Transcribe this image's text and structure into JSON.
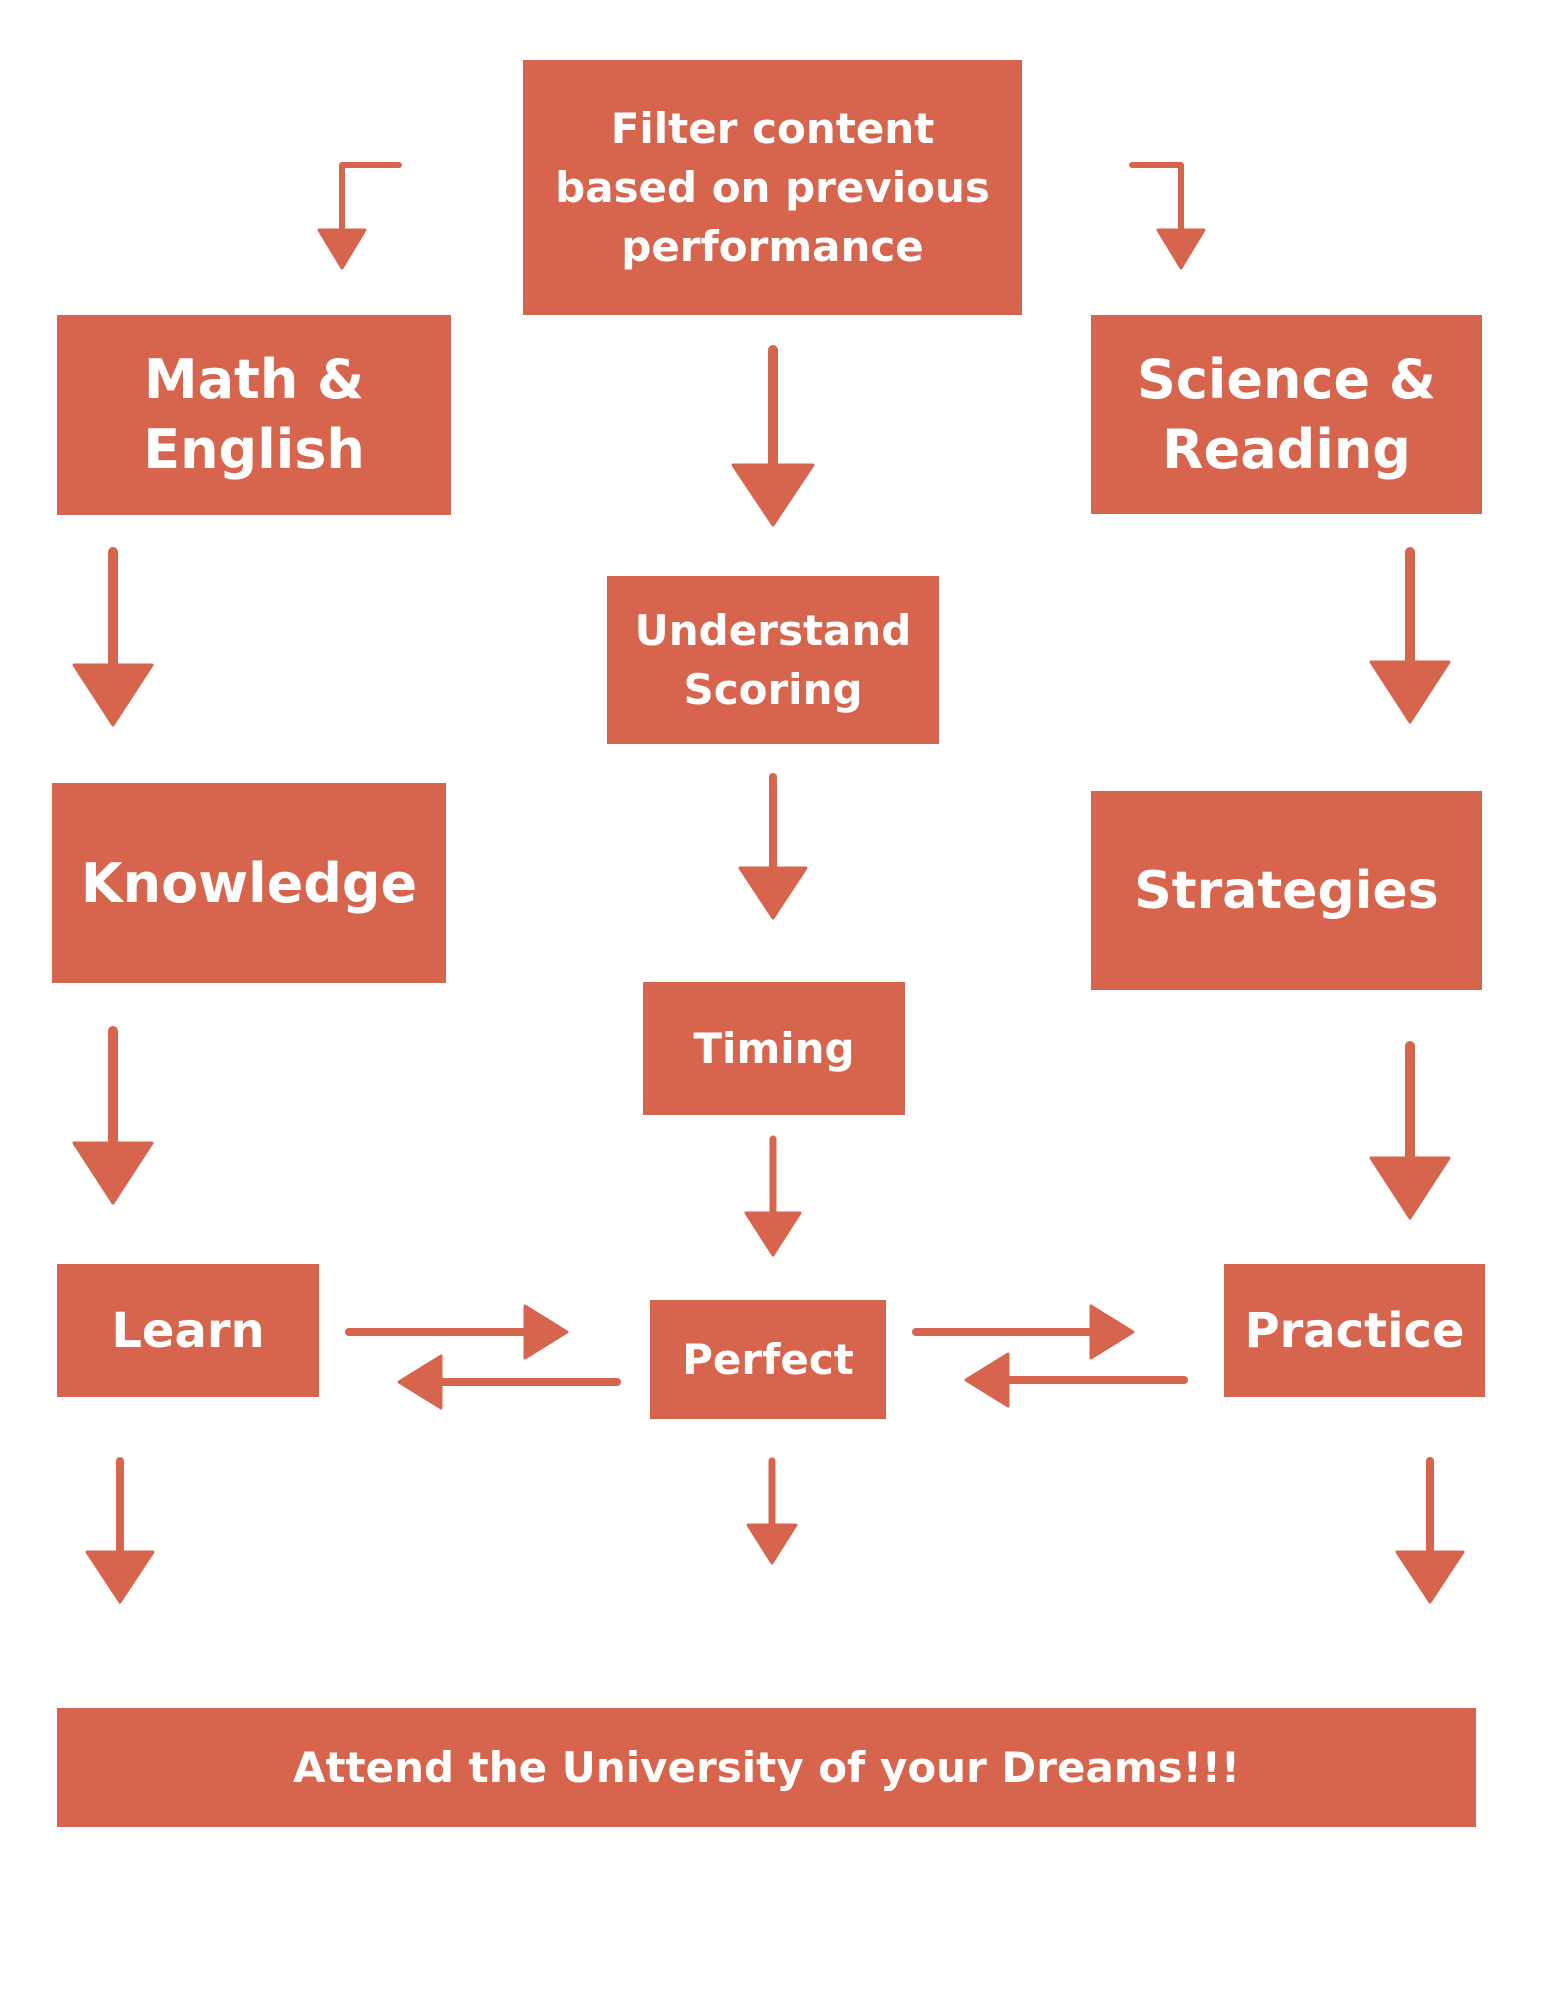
{
  "colors": {
    "box": "#d7644c",
    "arrow": "#d7644c",
    "text": "#ffffff",
    "background": "#ffffff"
  },
  "nodes": {
    "filter": "Filter content\nbased on previous\nperformance",
    "math_english": "Math &\nEnglish",
    "science_reading": "Science &\nReading",
    "understand_scoring": "Understand\nScoring",
    "knowledge": "Knowledge",
    "strategies": "Strategies",
    "timing": "Timing",
    "learn": "Learn",
    "perfect": "Perfect",
    "practice": "Practice",
    "attend": "Attend the University of your Dreams!!!"
  },
  "edges": [
    {
      "from": "filter",
      "to": "math_english"
    },
    {
      "from": "filter",
      "to": "understand_scoring"
    },
    {
      "from": "filter",
      "to": "science_reading"
    },
    {
      "from": "math_english",
      "to": "knowledge"
    },
    {
      "from": "science_reading",
      "to": "strategies"
    },
    {
      "from": "understand_scoring",
      "to": "timing"
    },
    {
      "from": "knowledge",
      "to": "learn"
    },
    {
      "from": "timing",
      "to": "perfect"
    },
    {
      "from": "strategies",
      "to": "practice"
    },
    {
      "from": "learn",
      "to": "perfect"
    },
    {
      "from": "perfect",
      "to": "learn"
    },
    {
      "from": "perfect",
      "to": "practice"
    },
    {
      "from": "practice",
      "to": "perfect"
    },
    {
      "from": "learn",
      "to": "attend"
    },
    {
      "from": "perfect",
      "to": "attend"
    },
    {
      "from": "practice",
      "to": "attend"
    }
  ]
}
